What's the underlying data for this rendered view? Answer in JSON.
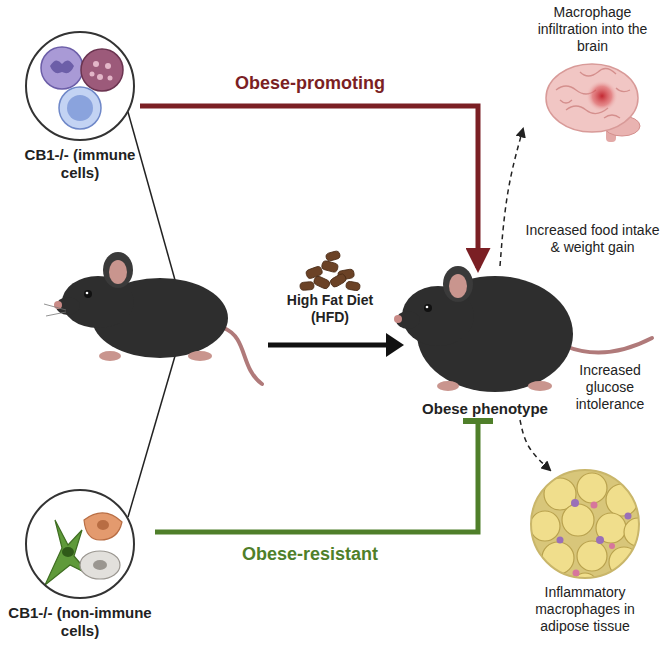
{
  "diagram": {
    "nodes": [
      {
        "text": [
          "CB1-/- (immune cells)"
        ]
      },
      {
        "text": [
          "CB1-/- (non-immune cells)"
        ]
      },
      {
        "text": [
          "Obese phenotype"
        ]
      },
      {
        "text": [
          "Macrophage infiltration into the brain"
        ]
      },
      {
        "text": [
          "Inflammatory macrophages in adipose tissue"
        ]
      }
    ],
    "edges": [
      {
        "from": 0,
        "to": 2,
        "label": "Obese-promoting",
        "arrow": "to"
      },
      {
        "from": 1,
        "to": 2,
        "label": "Obese-resistant",
        "arrow": "to"
      },
      {
        "from": 2,
        "to": 3,
        "arrow": "to"
      },
      {
        "from": 2,
        "to": 4,
        "arrow": "to"
      }
    ],
    "labels": [
      "High Fat Diet (HFD)",
      "Increased food intake & weight gain",
      "Increased glucose intolerance"
    ]
  }
}
